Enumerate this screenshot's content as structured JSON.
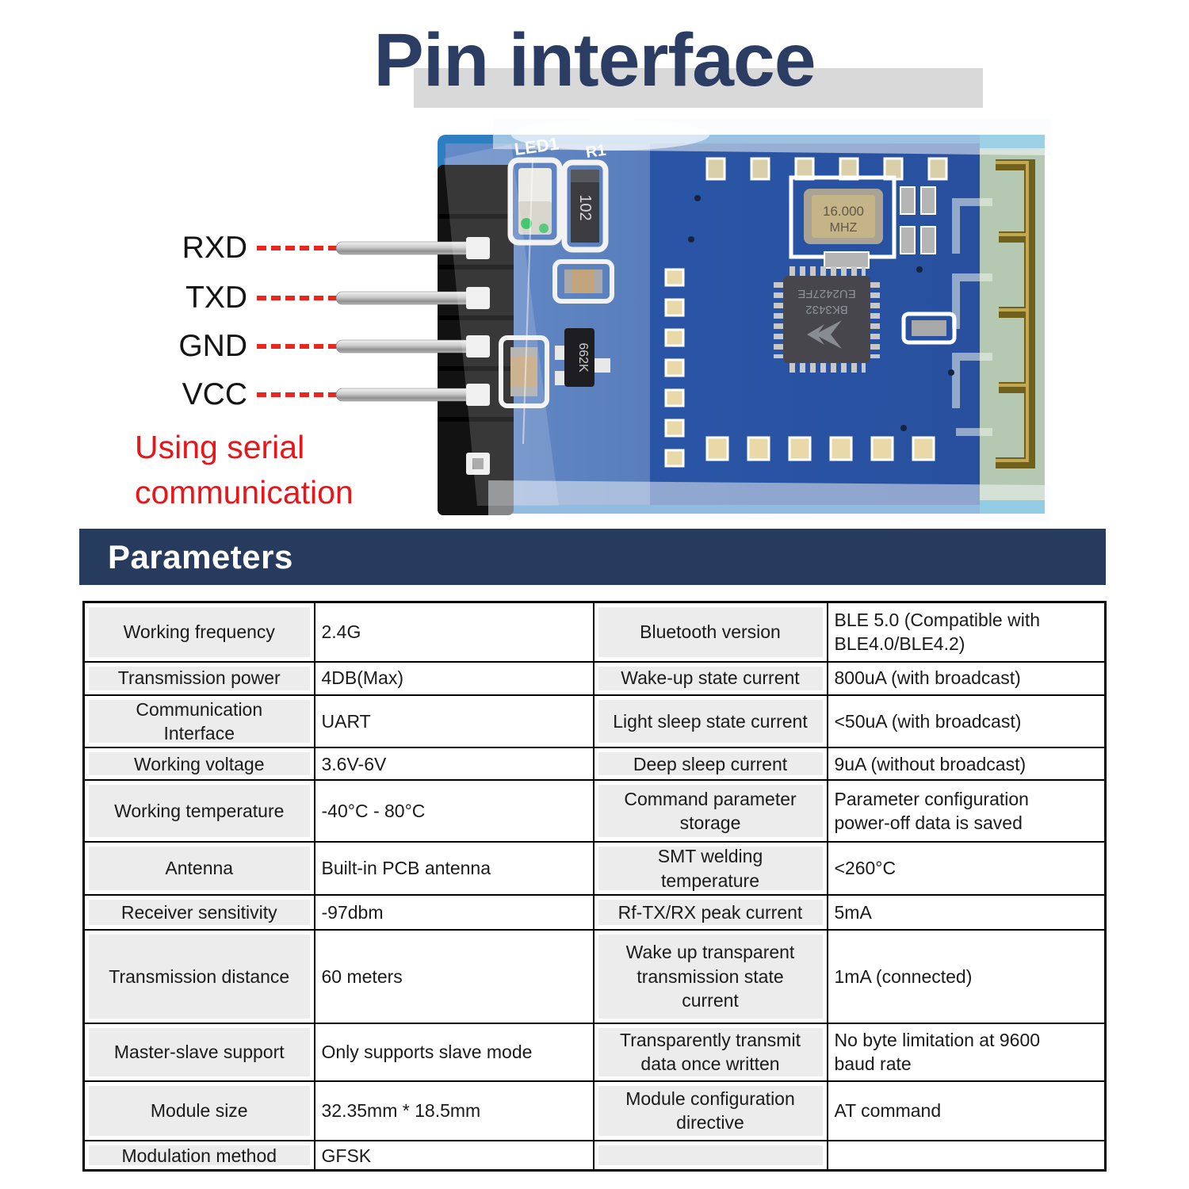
{
  "title": {
    "text": "Pin interface"
  },
  "pin_diagram": {
    "pins": [
      {
        "label": "RXD"
      },
      {
        "label": "TXD"
      },
      {
        "label": "GND"
      },
      {
        "label": "VCC"
      }
    ],
    "note_line1": "Using serial",
    "note_line2": "communication",
    "module": {
      "silkscreen_led": "LED1",
      "silkscreen_r1": "R1",
      "resistor_code": "102",
      "transistor_code": "662K",
      "crystal_line1": "16.000",
      "crystal_line2": "MHZ",
      "chip_line1": "EU2427FE",
      "chip_line2": "BK3432"
    }
  },
  "parameters": {
    "heading": "Parameters",
    "rows": [
      {
        "c0": "Working frequency",
        "c1": "2.4G",
        "c2": "Bluetooth version",
        "c3": "BLE 5.0 (Compatible with\nBLE4.0/BLE4.2)"
      },
      {
        "c0": "Transmission power",
        "c1": "4DB(Max)",
        "c2": "Wake-up state current",
        "c3": "800uA (with broadcast)"
      },
      {
        "c0": "Communication\nInterface",
        "c1": "UART",
        "c2": "Light sleep state current",
        "c3": "<50uA (with broadcast)"
      },
      {
        "c0": "Working voltage",
        "c1": "3.6V-6V",
        "c2": "Deep sleep current",
        "c3": "9uA (without broadcast)"
      },
      {
        "c0": "Working temperature",
        "c1": "-40°C - 80°C",
        "c2": "Command parameter\nstorage",
        "c3": "Parameter configuration\npower-off data is saved"
      },
      {
        "c0": "Antenna",
        "c1": "Built-in PCB antenna",
        "c2": "SMT welding\ntemperature",
        "c3": "<260°C"
      },
      {
        "c0": "Receiver sensitivity",
        "c1": "-97dbm",
        "c2": "Rf-TX/RX peak current",
        "c3": "5mA"
      },
      {
        "c0": "Transmission distance",
        "c1": "60 meters",
        "c2": "Wake up transparent\ntransmission state\ncurrent",
        "c3": "1mA (connected)"
      },
      {
        "c0": "Master-slave support",
        "c1": "Only supports slave mode",
        "c2": "Transparently transmit\ndata once written",
        "c3": "No byte limitation at 9600\nbaud rate"
      },
      {
        "c0": "Module size",
        "c1": "32.35mm * 18.5mm",
        "c2": "Module configuration\ndirective",
        "c3": "AT command"
      },
      {
        "c0": "Modulation method",
        "c1": "GFSK",
        "c2": "",
        "c3": ""
      }
    ]
  },
  "colors": {
    "navy": "#263b5e",
    "title_navy": "#2c3d63",
    "red": "#e8271e",
    "label_bg": "#ececec",
    "title_highlight": "#d9d9d9",
    "pcb_blue": "#2a5cad",
    "pcb_edge": "#2e7fc2",
    "antenna_gold": "#6f611c"
  }
}
